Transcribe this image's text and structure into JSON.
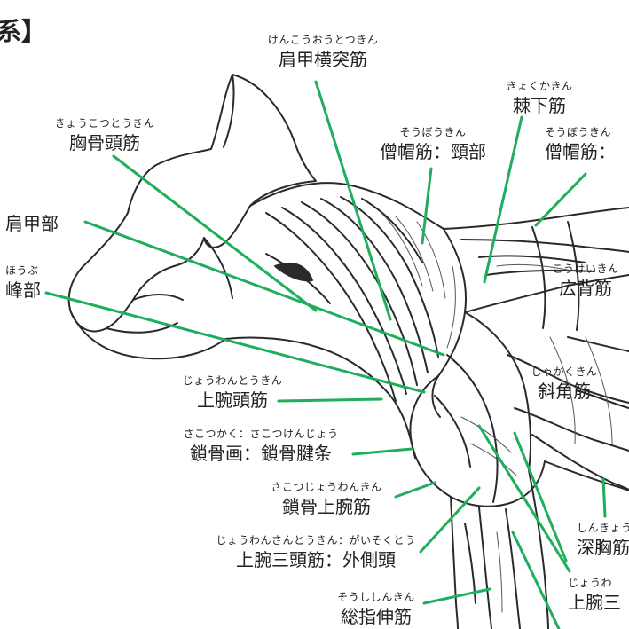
{
  "title_fragment": "系】",
  "labels": {
    "shoulder_transverse": {
      "ruby": "けんこうおうとつきん",
      "name": "肩甲横突筋"
    },
    "infraspinatus": {
      "ruby": "きょくかきん",
      "name": "棘下筋"
    },
    "sternocephalicus": {
      "ruby": "きょうこつとうきん",
      "name": "胸骨頭筋"
    },
    "trapezius_neck": {
      "ruby": "そうぼうきん",
      "name": "僧帽筋：頸部"
    },
    "trapezius_other": {
      "ruby": "そうぼうきん",
      "name": "僧帽筋："
    },
    "scapular_part": {
      "ruby": "",
      "name": "肩甲部"
    },
    "acromion_part": {
      "ruby": "ほうぶ",
      "name": "峰部"
    },
    "latissimus": {
      "ruby": "こうはいきん",
      "name": "広背筋"
    },
    "brachiocephalicus": {
      "ruby": "じょうわんとうきん",
      "name": "上腕頭筋"
    },
    "scalenus": {
      "ruby": "しゃかくきん",
      "name": "斜角筋"
    },
    "clavicular": {
      "ruby": "さこつかく：さこつけんじょう",
      "name": "鎖骨画：鎖骨腱条"
    },
    "cleidobrachialis": {
      "ruby": "さこつじょうわんきん",
      "name": "鎖骨上腕筋"
    },
    "deep_pectoral": {
      "ruby": "しんきょう",
      "name": "深胸筋"
    },
    "triceps_lateral": {
      "ruby": "じょうわんさんとうきん：がいそくとう",
      "name": "上腕三頭筋：外側頭"
    },
    "triceps_right": {
      "ruby": "じょうわ",
      "name": "上腕三"
    },
    "common_digital_extensor": {
      "ruby": "そうししんきん",
      "name": "総指伸筋"
    }
  },
  "colors": {
    "leader": "#1fae5c",
    "outline": "#2a2a2a"
  }
}
